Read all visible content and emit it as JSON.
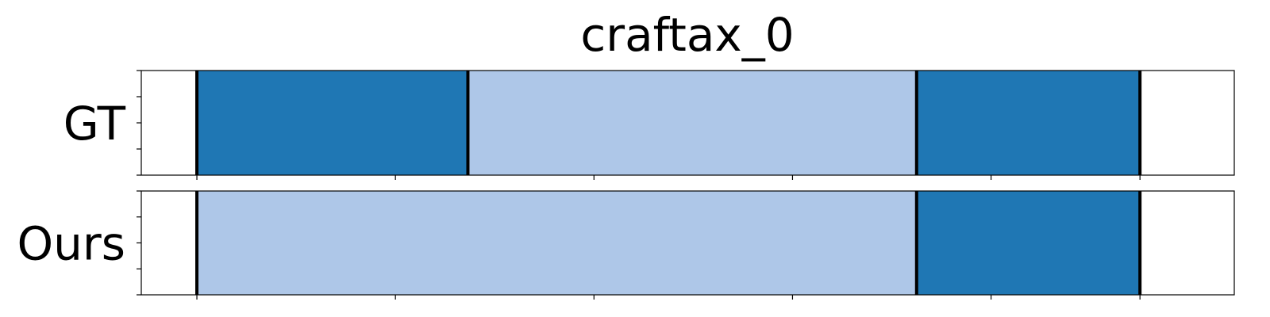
{
  "chart_data": {
    "type": "segmentation_timeline",
    "title": "craftax_0",
    "x_range": [
      0,
      100
    ],
    "colors": {
      "dark": "#1f77b4",
      "light": "#aec7e8",
      "boundary": "#000000"
    },
    "rows": [
      {
        "label": "GT",
        "segments": [
          {
            "start": 5,
            "end": 32.3,
            "color": "dark"
          },
          {
            "start": 32.3,
            "end": 77.5,
            "color": "light"
          },
          {
            "start": 77.5,
            "end": 100,
            "color": "dark"
          }
        ],
        "boundaries": [
          5,
          32.3,
          77.5,
          100
        ]
      },
      {
        "label": "Ours",
        "segments": [
          {
            "start": 5,
            "end": 77.5,
            "color": "light"
          },
          {
            "start": 77.5,
            "end": 100,
            "color": "dark"
          }
        ],
        "boundaries": [
          5,
          77.5,
          100
        ]
      }
    ],
    "x_ticks": [
      5,
      25,
      45,
      65,
      85,
      105
    ],
    "y_tick_count": 5
  }
}
